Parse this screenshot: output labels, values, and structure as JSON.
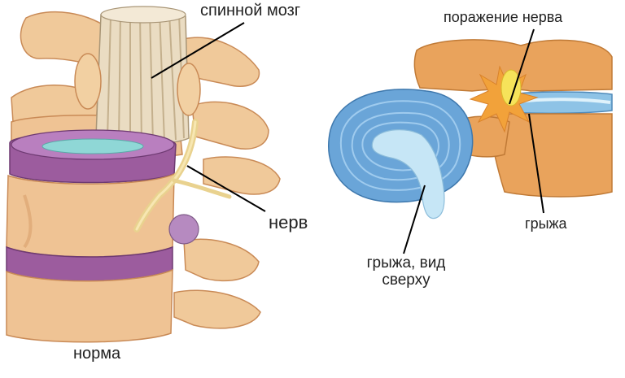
{
  "labels": {
    "spinal_cord": "спинной мозг",
    "nerve": "нерв",
    "normal": "норма",
    "nerve_damage": "поражение нерва",
    "hernia": "грыжа",
    "hernia_top_view": "грыжа, вид сверху"
  },
  "colors": {
    "bone": "#f0c99a",
    "bone_shade": "#d9a06c",
    "disc_purple": "#9c5c9e",
    "disc_top": "#b97fbf",
    "nucleus": "#8fd7d6",
    "spinal_cord": "#eadcc2",
    "disc_blue": "#6aa5d8",
    "disc_blue_light": "#b8dcf2",
    "vertebra_orange": "#e9a35c",
    "damage_star": "#f2a23a",
    "damage_yellow": "#f6e35a"
  }
}
